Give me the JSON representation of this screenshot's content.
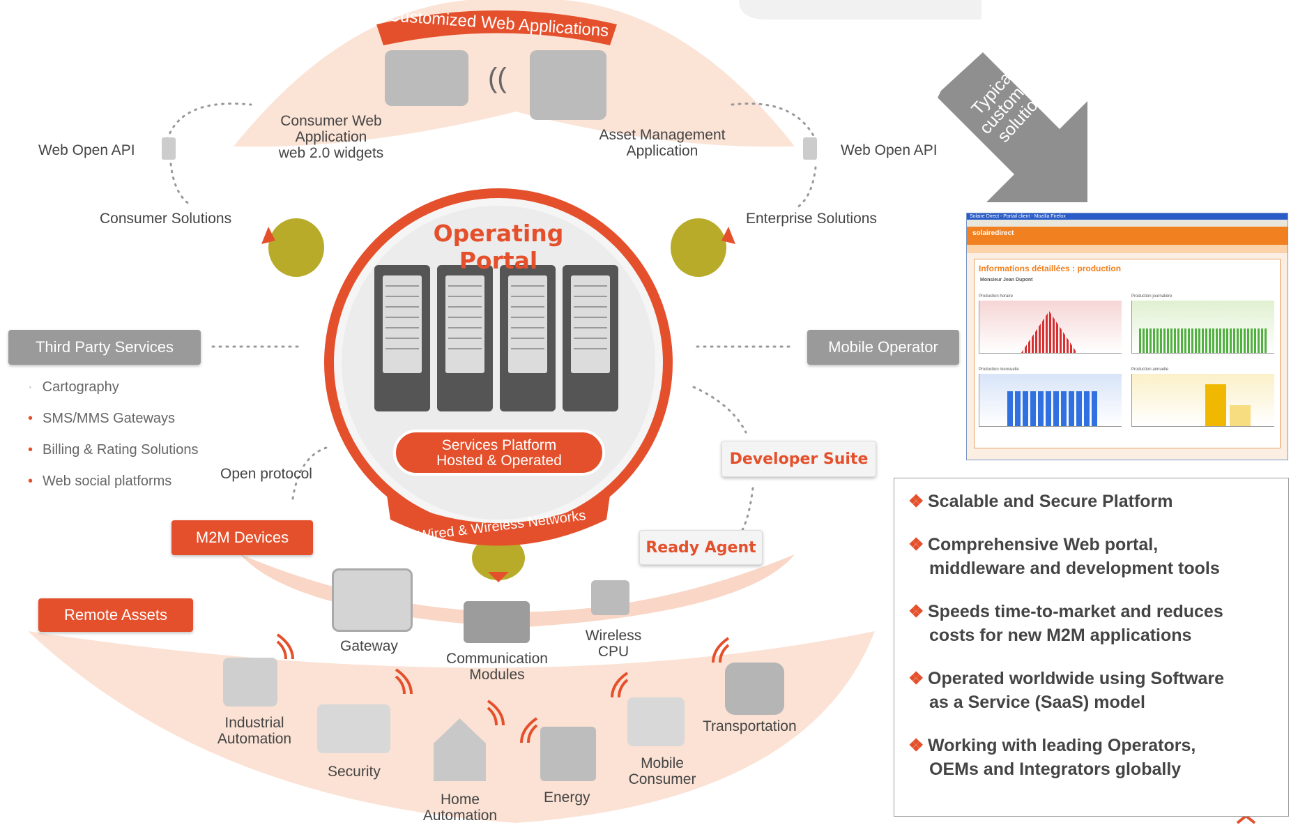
{
  "diagram": {
    "top_banner": "Customized Web Applications",
    "consumer_app": [
      "Consumer Web",
      "Application",
      "web 2.0 widgets"
    ],
    "asset_app": [
      "Asset Management",
      "Application"
    ],
    "web_api_left": "Web Open API",
    "web_api_right": "Web Open API",
    "consumer_solutions": "Consumer Solutions",
    "enterprise_solutions": "Enterprise Solutions",
    "operating_portal": "Operating Portal",
    "services_platform": [
      "Services Platform",
      "Hosted & Operated"
    ],
    "networks": "Wired & Wireless Networks",
    "third_party": "Third Party Services",
    "third_party_items": [
      "Cartography",
      "SMS/MMS Gateways",
      "Billing & Rating Solutions",
      "Web social platforms"
    ],
    "mobile_operator": "Mobile Operator",
    "open_protocol": "Open protocol",
    "developer_suite": "Developer Suite",
    "ready_agent": "Ready Agent",
    "m2m_devices": "M2M Devices",
    "remote_assets": "Remote Assets",
    "gateway": "Gateway",
    "comm_modules": [
      "Communication",
      "Modules"
    ],
    "wireless_cpu": [
      "Wireless",
      "CPU"
    ],
    "industrial": [
      "Industrial",
      "Automation"
    ],
    "security": "Security",
    "home": [
      "Home",
      "Automation"
    ],
    "energy": "Energy",
    "mobile_consumer": [
      "Mobile",
      "Consumer"
    ],
    "transportation": "Transportation",
    "typical": [
      "Typical",
      "customer",
      "solution"
    ]
  },
  "benefits": [
    [
      "Scalable and Secure Platform"
    ],
    [
      "Comprehensive Web portal,",
      "middleware and development tools"
    ],
    [
      "Speeds time-to-market and reduces",
      "costs for new M2M applications"
    ],
    [
      "Operated worldwide using Software",
      "as a Service (SaaS) model"
    ],
    [
      "Working with leading Operators,",
      "OEMs and Integrators globally"
    ]
  ],
  "screenshot": {
    "window_title": "Solaire Direct - Portail client - Mozilla Firefox",
    "brand": "solairedirect",
    "section_title": "Informations détaillées : production",
    "customer": "Monsieur Jean Dupont",
    "charts": [
      "Production horaire",
      "Production journalière",
      "Production mensuelle",
      "Production annuelle"
    ]
  },
  "colors": {
    "accent": "#e4502c",
    "gray": "#9a9a9a",
    "olive": "#b8ab2a"
  }
}
